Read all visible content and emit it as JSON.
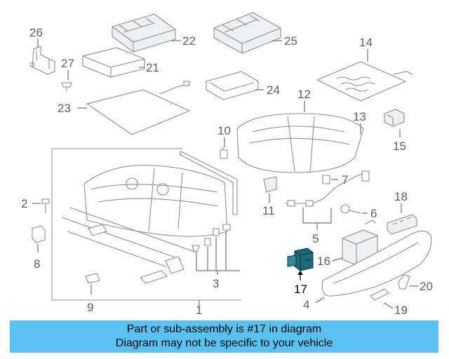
{
  "labels": {
    "l1": "1",
    "l2": "2",
    "l3": "3",
    "l4": "4",
    "l5": "5",
    "l6": "6",
    "l7": "7",
    "l8": "8",
    "l9": "9",
    "l10": "10",
    "l11": "11",
    "l12": "12",
    "l13": "13",
    "l14": "14",
    "l15": "15",
    "l16": "16",
    "l17": "17",
    "l18": "18",
    "l19": "19",
    "l20": "20",
    "l21": "21",
    "l22": "22",
    "l23": "23",
    "l24": "24",
    "l25": "25",
    "l26": "26",
    "l27": "27"
  },
  "highlighted_part": "17",
  "colors": {
    "banner": "#59c2f3",
    "highlight_part": "#1a6a78",
    "label": "#5a6270"
  },
  "banner": {
    "line1": "Part or sub-assembly is #17 in diagram",
    "line2": "Diagram may not be specific to your vehicle"
  }
}
